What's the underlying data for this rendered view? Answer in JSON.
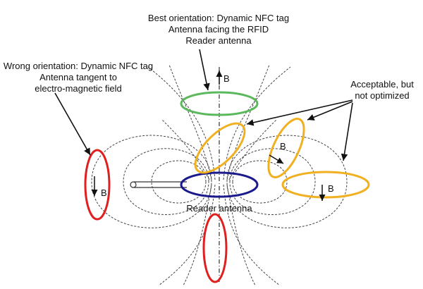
{
  "labels": {
    "best": {
      "line1": "Best orientation: Dynamic NFC tag",
      "line2": "Antenna facing the RFID",
      "line3": "Reader antenna"
    },
    "wrong": {
      "line1": "Wrong orientation: Dynamic NFC tag",
      "line2": "Antenna tangent to",
      "line3": "electro-magnetic field"
    },
    "acceptable": {
      "line1": "Acceptable, but",
      "line2": "not optimized"
    },
    "reader": "Reader antenna",
    "field_symbol": "B"
  },
  "colors": {
    "best_tag": "#5cb85c",
    "wrong_tag": "#e02020",
    "acceptable_tag": "#f0b020",
    "reader_antenna": "#1a1a8c",
    "field_lines": "#444444"
  }
}
